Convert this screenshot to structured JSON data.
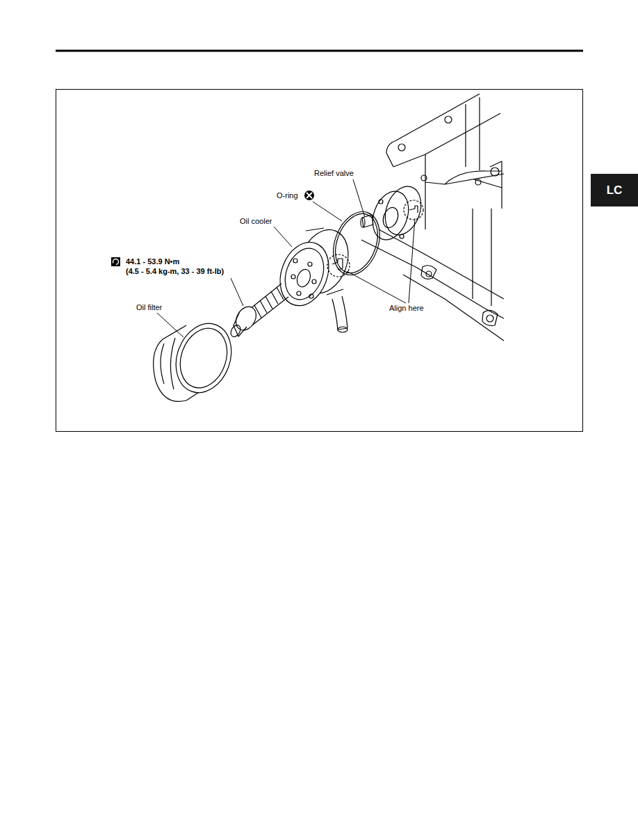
{
  "diagram": {
    "nodes": [
      {
        "text": [
          "LC"
        ]
      }
    ],
    "labels": [
      "Relief valve",
      "O-ring",
      "Oil cooler",
      "44.1 - 53.9 N•m",
      "(4.5 - 5.4 kg-m, 33 - 39 ft-lb)",
      "Oil filter",
      "Align here"
    ]
  }
}
